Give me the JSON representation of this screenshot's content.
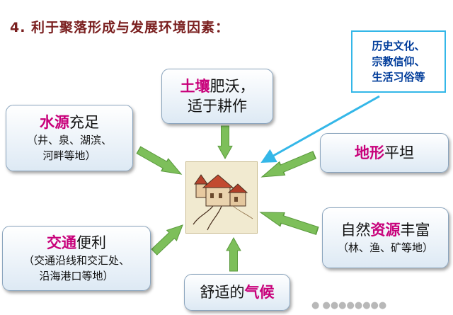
{
  "title": "4. 利于聚落形成与发展环境因素：",
  "note": {
    "lines": [
      "历史文化、",
      "宗教信仰、",
      "生活习俗等"
    ]
  },
  "boxes": {
    "soil": {
      "highlight": "土壤",
      "rest": "肥沃，",
      "line2": "适于耕作"
    },
    "water": {
      "highlight": "水源",
      "rest": "充足",
      "sub1": "（井、泉、湖滨、",
      "sub2": "河畔等地）"
    },
    "terrain": {
      "highlight": "地形",
      "rest": "平坦"
    },
    "transport": {
      "highlight": "交通",
      "rest": "便利",
      "sub1": "（交通沿线和交汇处、",
      "sub2": "沿海港口等地）"
    },
    "resources": {
      "pre": "自然",
      "highlight": "资源",
      "rest": "丰富",
      "sub1": "（林、渔、矿等地）"
    },
    "climate": {
      "pre": "舒适的",
      "highlight": "气候"
    }
  },
  "colors": {
    "highlight": "#c8007a",
    "arrow": "#7dbf5a",
    "note_border": "#34b7e8",
    "note_text": "#003c9a",
    "title": "#7a1f1f"
  }
}
